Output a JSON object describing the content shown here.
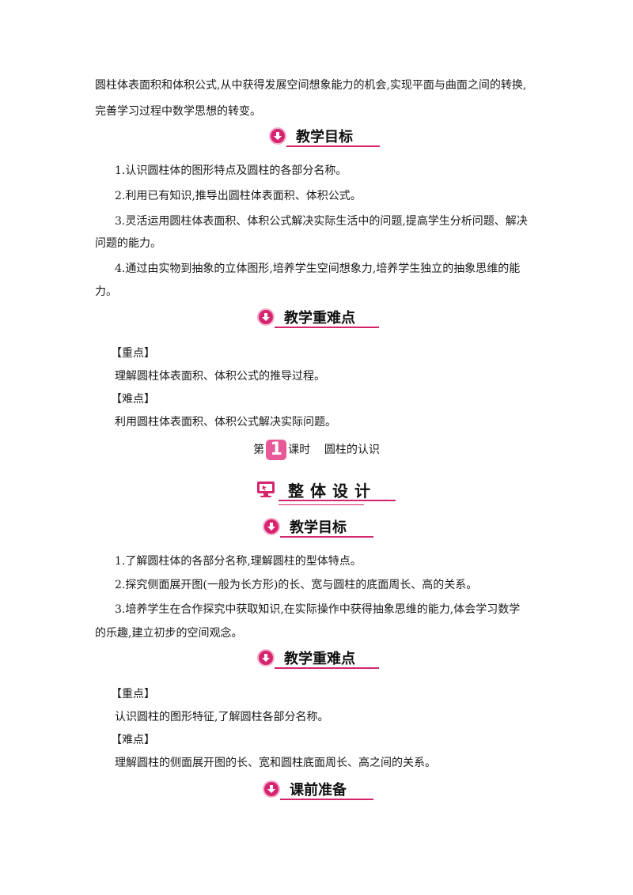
{
  "intro": [
    "圆柱体表面积和体积公式,从中获得发展空间想象能力的机会,实现平面与曲面之间的转换,",
    "完善学习过程中数学思想的转变。"
  ],
  "section1": {
    "heading": "教学目标",
    "items": [
      "1.认识圆柱体的图形特点及圆柱的各部分名称。",
      "2.利用已有知识,推导出圆柱体表面积、体积公式。",
      "3.灵活运用圆柱体表面积、体积公式解决实际生活中的问题,提高学生分析问题、解决",
      "问题的能力。",
      "4.通过由实物到抽象的立体图形,培养学生空间想象力,培养学生独立的抽象思维的能",
      "力。"
    ]
  },
  "section2": {
    "heading": "教学重难点",
    "key_label": "【重点】",
    "key_text": "理解圆柱体表面积、体积公式的推导过程。",
    "diff_label": "【难点】",
    "diff_text": "利用圆柱体表面积、体积公式解决实际问题。"
  },
  "lesson": {
    "prefix": "第",
    "number": "1",
    "suffix": "课时",
    "title": "圆柱的认识"
  },
  "design": {
    "title": "整体设计"
  },
  "section3": {
    "heading": "教学目标",
    "items": [
      "1.了解圆柱体的各部分名称,理解圆柱的型体特点。",
      "2.探究侧面展开图(一般为长方形)的长、宽与圆柱的底面周长、高的关系。",
      "3.培养学生在合作探究中获取知识,在实际操作中获得抽象思维的能力,体会学习数学",
      "的乐趣,建立初步的空间观念。"
    ]
  },
  "section4": {
    "heading": "教学重难点",
    "key_label": "【重点】",
    "key_text": "认识圆柱的图形特征,了解圆柱各部分名称。",
    "diff_label": "【难点】",
    "diff_text": "理解圆柱的侧面展开图的长、宽和圆柱底面周长、高之间的关系。"
  },
  "section5": {
    "heading": "课前准备"
  },
  "colors": {
    "accent": "#d6246e",
    "badge_light": "#e85a97"
  }
}
